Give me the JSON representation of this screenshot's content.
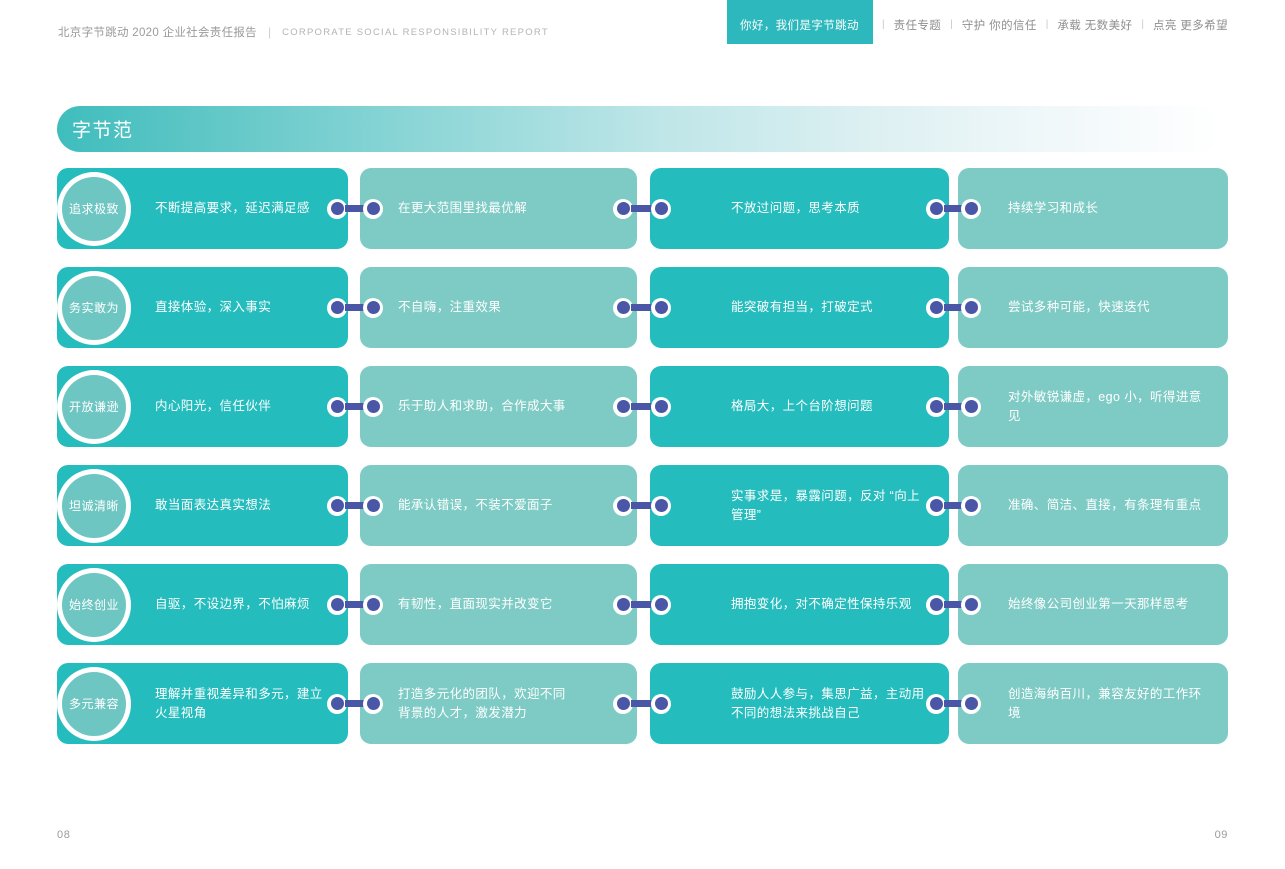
{
  "header": {
    "title_cn": "北京字节跳动 2020 企业社会责任报告",
    "divider": "|",
    "title_en": "CORPORATE SOCIAL RESPONSIBILITY REPORT",
    "nav": {
      "active_label": "你好，我们是字节跳动",
      "separator": "|",
      "items": [
        {
          "label": "责任专题"
        },
        {
          "label": "守护 你的信任"
        },
        {
          "label": "承载 无数美好"
        },
        {
          "label": "点亮 更多希望"
        }
      ]
    }
  },
  "section": {
    "title": "字节范"
  },
  "rows": [
    {
      "badge": "追求极致",
      "cards": [
        "不断提高要求，延迟满足感",
        "在更大范围里找最优解",
        "不放过问题，思考本质",
        "持续学习和成长"
      ]
    },
    {
      "badge": "务实敢为",
      "cards": [
        "直接体验，深入事实",
        "不自嗨，注重效果",
        "能突破有担当，打破定式",
        "尝试多种可能，快速迭代"
      ]
    },
    {
      "badge": "开放谦逊",
      "cards": [
        "内心阳光，信任伙伴",
        "乐于助人和求助，合作成大事",
        "格局大，上个台阶想问题",
        "对外敏锐谦虚，ego 小，听得进意见"
      ]
    },
    {
      "badge": "坦诚清晰",
      "cards": [
        "敢当面表达真实想法",
        "能承认错误，不装不爱面子",
        "实事求是，暴露问题，反对 “向上\n管理”",
        "准确、简洁、直接，有条理有重点"
      ]
    },
    {
      "badge": "始终创业",
      "cards": [
        "自驱，不设边界，不怕麻烦",
        "有韧性，直面现实并改变它",
        "拥抱变化，对不确定性保持乐观",
        "始终像公司创业第一天那样思考"
      ]
    },
    {
      "badge": "多元兼容",
      "cards": [
        "理解并重视差异和多元，建立\n火星视角",
        "打造多元化的团队，欢迎不同\n背景的人才，激发潜力",
        "鼓励人人参与，集思广益，主动用\n不同的想法来挑战自己",
        "创造海纳百川，兼容友好的工作环境"
      ]
    }
  ],
  "footer": {
    "page_left": "08",
    "page_right": "09"
  },
  "colors": {
    "accent_teal": "#2cb8bc",
    "card_dark": "#24bcbd",
    "card_light": "#7ecbc5",
    "badge_fill": "#6ec6c2",
    "connector_blue": "#4a56a6",
    "muted_text": "#9a9a9a"
  }
}
